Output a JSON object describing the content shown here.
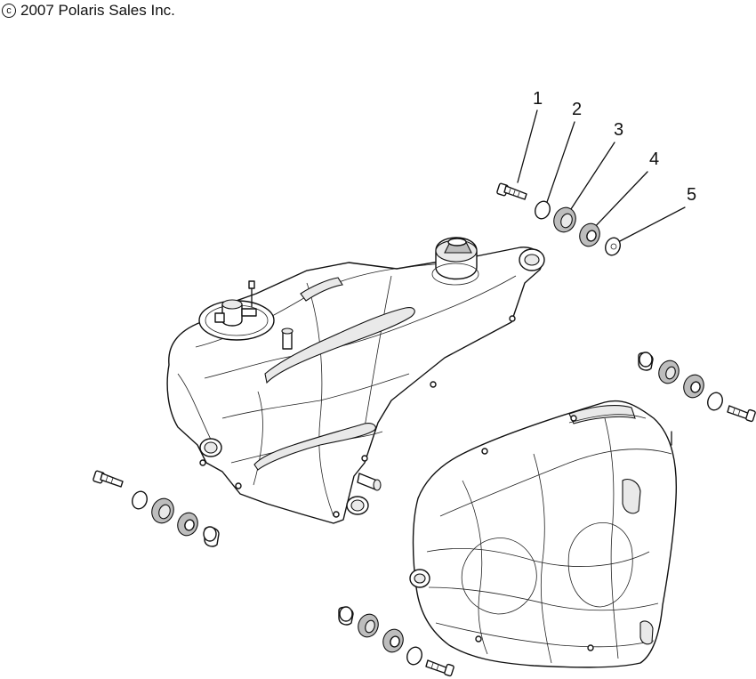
{
  "header": {
    "copyright_symbol": "c",
    "copyright_text": "2007 Polaris Sales Inc."
  },
  "callouts": [
    "1",
    "2",
    "3",
    "4",
    "5"
  ],
  "icons": {
    "copyright": "copyright-icon"
  }
}
